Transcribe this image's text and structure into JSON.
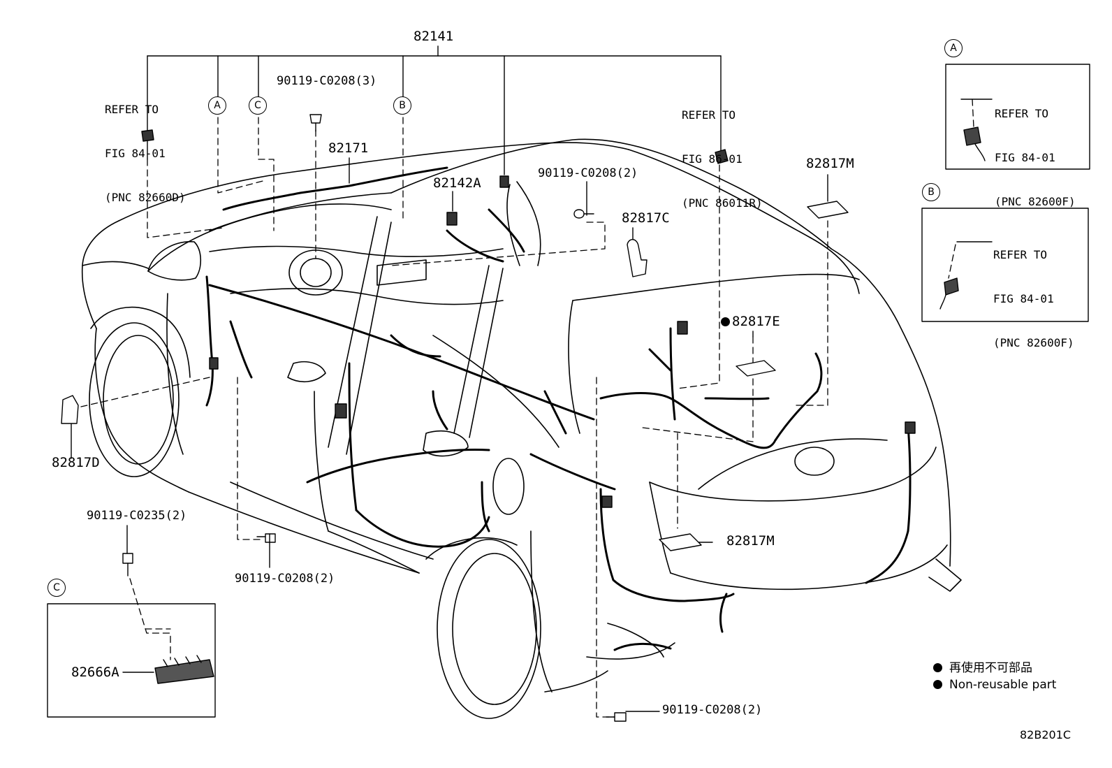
{
  "diagram_code": "82B201C",
  "callouts": {
    "a": "A",
    "b": "B",
    "c": "C"
  },
  "parts": {
    "harness_main": "82141",
    "roof_harness": "82171",
    "harness_82142a": "82142A",
    "clamp_82817c": "82817C",
    "clamp_82817d": "82817D",
    "clamp_82817e": "82817E",
    "clamp_82817m_top": "82817M",
    "clamp_82817m_bottom": "82817M",
    "block_82666a": "82666A",
    "bolt_top_3": "90119-C0208(3)",
    "bolt_center_2": "90119-C0208(2)",
    "bolt_floor_2": "90119-C0208(2)",
    "bolt_bottom_2": "90119-C0208(2)",
    "bolt_c0235": "90119-C0235(2)"
  },
  "references": {
    "left": [
      "REFER TO",
      "FIG 84-01",
      "(PNC 82660D)"
    ],
    "center": [
      "REFER TO",
      "FIG 86-01",
      "(PNC 86011R)"
    ],
    "inset_a": [
      "REFER TO",
      "FIG 84-01",
      "(PNC 82600F)"
    ],
    "inset_b": [
      "REFER TO",
      "FIG 84-01",
      "(PNC 82600F)"
    ]
  },
  "legend": {
    "chinese": "再使用不可部品",
    "english": "Non-reusable part"
  }
}
